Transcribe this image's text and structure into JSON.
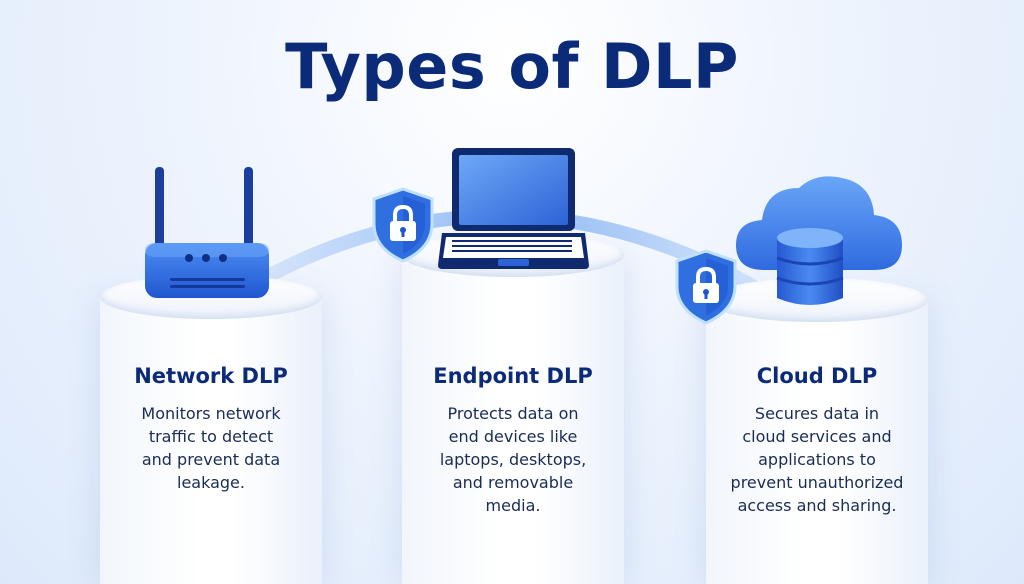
{
  "title": "Types of DLP",
  "colors": {
    "primary": "#0b2a78",
    "accent": "#2f6fe0",
    "light_blue": "#5d9af0"
  },
  "types": [
    {
      "icon": "router-icon",
      "name": "Network DLP",
      "description_lines": [
        "Monitors network",
        "traffic to detect",
        "and prevent data",
        "leakage."
      ]
    },
    {
      "icon": "laptop-icon",
      "name": "Endpoint DLP",
      "description_lines": [
        "Protects data on",
        "end devices like",
        "laptops, desktops,",
        "and removable",
        "media."
      ]
    },
    {
      "icon": "cloud-database-icon",
      "name": "Cloud DLP",
      "description_lines": [
        "Secures data in",
        "cloud services and",
        "applications to",
        "prevent unauthorized",
        "access and sharing."
      ]
    }
  ],
  "connectors": [
    "shield-lock-icon",
    "shield-lock-icon"
  ]
}
